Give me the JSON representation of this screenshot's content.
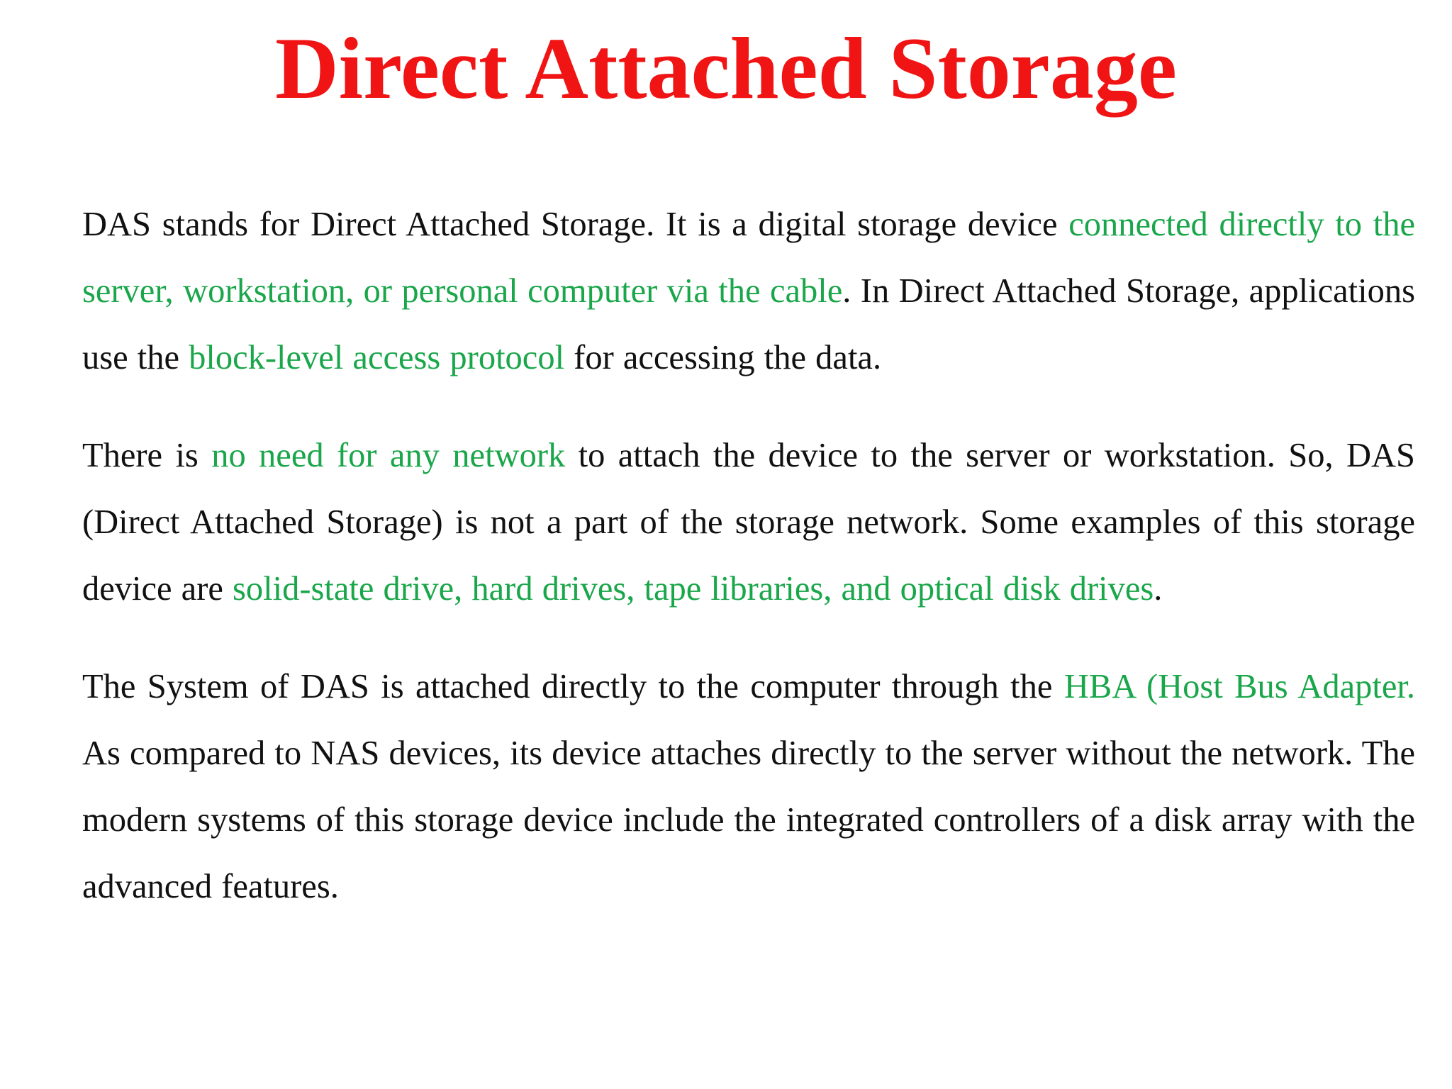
{
  "slide": {
    "title": "Direct Attached Storage",
    "colors": {
      "title": "#f01414",
      "highlight": "#1aa64a",
      "text": "#111111"
    },
    "paragraphs": [
      [
        {
          "text": "DAS stands for Direct Attached Storage. It is a digital storage device ",
          "hl": false
        },
        {
          "text": "connected  directly to the server, workstation, or personal computer via the cable",
          "hl": true
        },
        {
          "text": ". In Direct  Attached Storage, applications use the ",
          "hl": false
        },
        {
          "text": "block-level access protocol",
          "hl": true
        },
        {
          "text": " for accessing  the data.",
          "hl": false
        }
      ],
      [
        {
          "text": "There is ",
          "hl": false
        },
        {
          "text": "no need for any network",
          "hl": true
        },
        {
          "text": " to attach the device to the server  or  workstation. So, DAS (Direct Attached Storage) is not a part of the storage  network. Some examples of this storage device are ",
          "hl": false
        },
        {
          "text": "solid-state drive, hard drives,  tape libraries, and optical disk drives",
          "hl": true
        },
        {
          "text": ".",
          "hl": false
        }
      ],
      [
        {
          "text": "The System of DAS is attached directly to the computer through the ",
          "hl": false
        },
        {
          "text": "HBA (Host  Bus Adapter.",
          "hl": true
        },
        {
          "text": " As compared to NAS devices, its device attaches directly to the  server without the network. The modern systems of this storage device include  the integrated controllers of a disk array with the advanced features.",
          "hl": false
        }
      ]
    ]
  }
}
